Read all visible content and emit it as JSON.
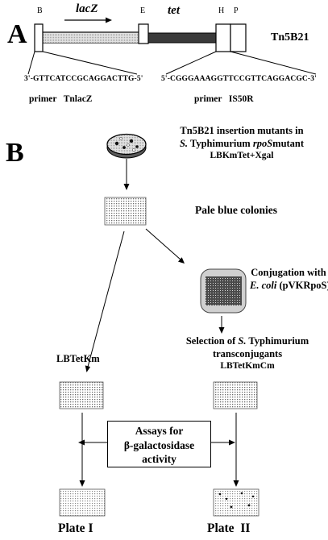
{
  "panelA": {
    "label": "A",
    "sites": {
      "B": "B",
      "E": "E",
      "H": "H",
      "P": "P"
    },
    "genes": {
      "lacZ": "lacZ",
      "tet": "tet"
    },
    "construct": "Tn5B21",
    "seq_left": "3'-GTTCATCCGCAGGACTTG-5'",
    "seq_right": "5'-CGGGAAAGGTTCCGTTCAGGACGC-3'",
    "primer_left": "primer   TnlacZ",
    "primer_right": "primer   IS50R"
  },
  "panelB": {
    "label": "B",
    "step1_line1": "Tn5B21 insertion mutants in",
    "step1_line2_organism": "S.",
    "step1_line2_rest": " Typhimurium ",
    "step1_line2_gene": "rpoS",
    "step1_line2_tail": "mutant",
    "step1_line3": "LBKmTet+Xgal",
    "step2": "Pale blue colonies",
    "step3_line1": "Conjugation with",
    "step3_line2_org": "E. coli",
    "step3_line2_rest": " (pVKRpoS)",
    "left_medium": "LBTetKm",
    "right_line1": "Selection of ",
    "right_line1_org": "S.",
    "right_line1_rest": " Typhimurium",
    "right_line2": "transconjugants",
    "right_line3": "LBTetKmCm",
    "assay_line1": "Assays for",
    "assay_line2": "β-galactosidase",
    "assay_line3": "activity",
    "plate1": "Plate I",
    "plate2": "Plate  II"
  }
}
